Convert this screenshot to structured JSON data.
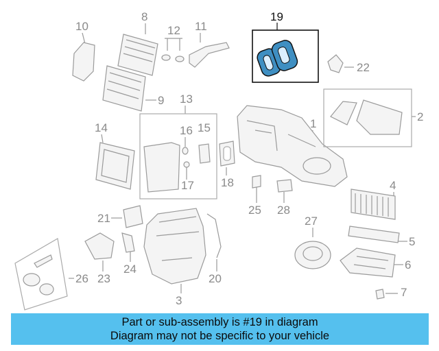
{
  "diagram": {
    "callouts": {
      "c1": "1",
      "c2": "2",
      "c3": "3",
      "c4": "4",
      "c5": "5",
      "c6": "6",
      "c7": "7",
      "c8": "8",
      "c9": "9",
      "c10": "10",
      "c11": "11",
      "c12": "12",
      "c13": "13",
      "c14": "14",
      "c15": "15",
      "c16": "16",
      "c17": "17",
      "c18": "18",
      "c19": "19",
      "c20": "20",
      "c21": "21",
      "c22": "22",
      "c23": "23",
      "c24": "24",
      "c25": "25",
      "c26": "26",
      "c27": "27",
      "c28": "28"
    },
    "highlight_color": "#3f8fc2",
    "banner_color": "#55c0ee"
  },
  "banner": {
    "line1": "Part or sub-assembly is #19 in diagram",
    "line2": "Diagram may not be specific to your vehicle"
  }
}
